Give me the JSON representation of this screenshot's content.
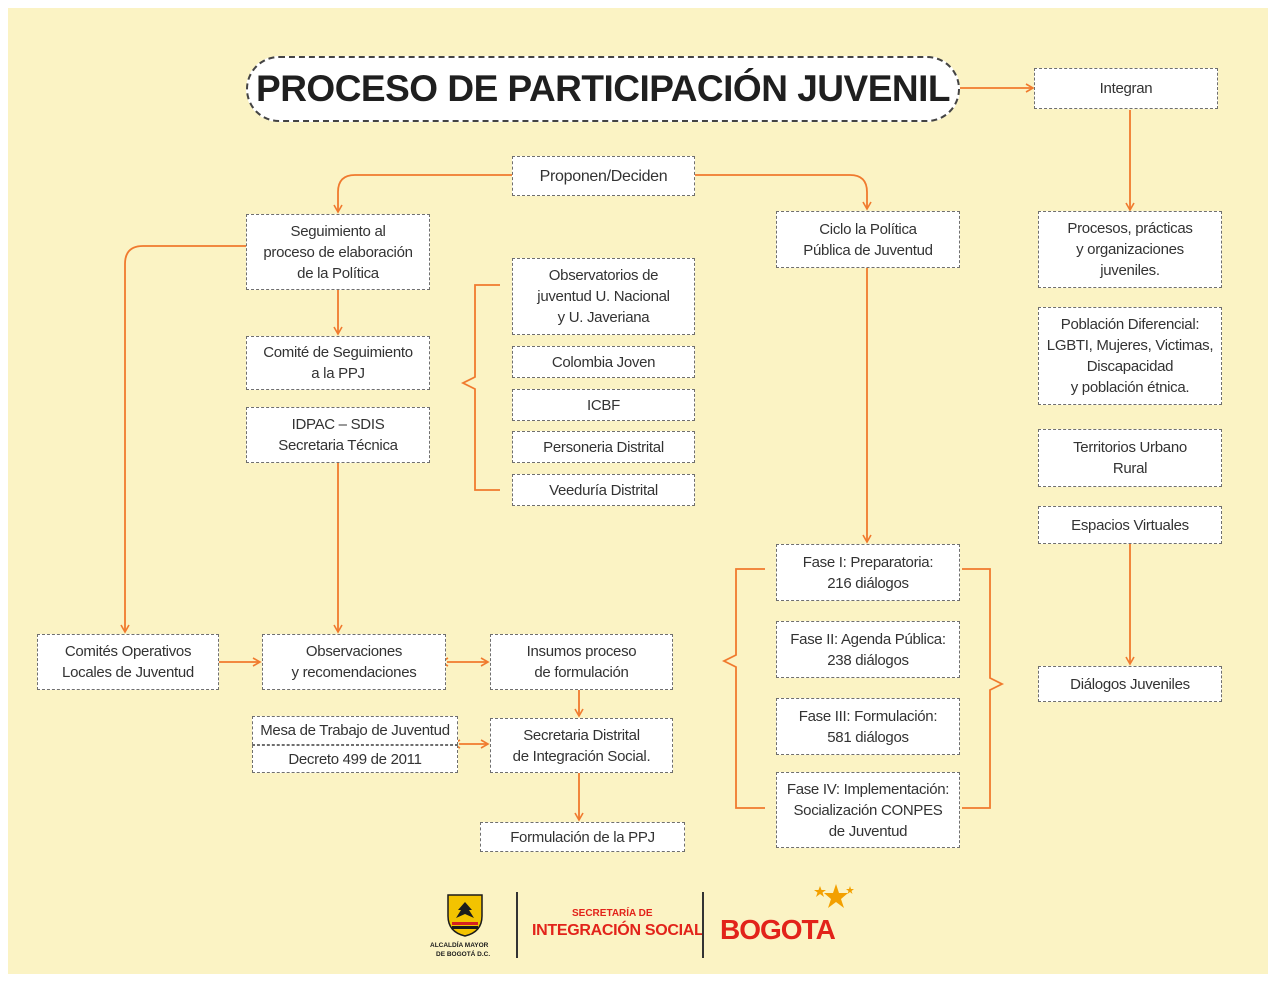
{
  "title": "PROCESO DE PARTICIPACIÓN JUVENIL",
  "colors": {
    "background": "#fbf3c4",
    "connector": "#f07a2e",
    "box_border": "#6f6f6f",
    "brand_red": "#e2231a"
  },
  "nodes": {
    "integran": "Integran",
    "proponen": "Proponen/Deciden",
    "seguimiento": "Seguimiento al\nproceso de elaboración\nde la Política",
    "comite_seguimiento": "Comité de Seguimiento\na la PPJ",
    "idpac": "IDPAC – SDIS\nSecretaria Técnica",
    "observatorios": "Observatorios de\njuventud  U. Nacional\ny U. Javeriana",
    "colombia_joven": "Colombia Joven",
    "icbf": "ICBF",
    "personeria": "Personeria Distrital",
    "veeduria": "Veeduría Distrital",
    "ciclo": "Ciclo la Política\nPública de Juventud",
    "procesos": "Procesos, prácticas\ny organizaciones\njuveniles.",
    "poblacion": "Población Diferencial:\nLGBTI, Mujeres, Victimas,\nDiscapacidad\ny población étnica.",
    "territorios": "Territorios Urbano\nRural",
    "espacios": "Espacios Virtuales",
    "dialogos": "Diálogos Juveniles",
    "fase1": "Fase I: Preparatoria:\n216 diálogos",
    "fase2": "Fase II: Agenda Pública:\n238 diálogos",
    "fase3": "Fase III: Formulación:\n581 diálogos",
    "fase4": "Fase IV: Implementación:\nSocialización CONPES\nde Juventud",
    "comites": "Comités Operativos\nLocales de Juventud",
    "observaciones": "Observaciones\ny recomendaciones",
    "insumos": "Insumos proceso\nde formulación",
    "mesa": "Mesa de Trabajo de Juventud",
    "decreto": "Decreto 499 de 2011",
    "secretaria": "Secretaria Distrital\nde Integración Social.",
    "formulacion": "Formulación de la PPJ"
  },
  "footer": {
    "alcaldia_line1": "ALCALDÍA MAYOR",
    "alcaldia_line2": "DE BOGOTÁ D.C.",
    "secretaria_small": "SECRETARÍA DE",
    "secretaria_big": "INTEGRACIÓN SOCIAL",
    "bogota": "BOGOTA"
  }
}
